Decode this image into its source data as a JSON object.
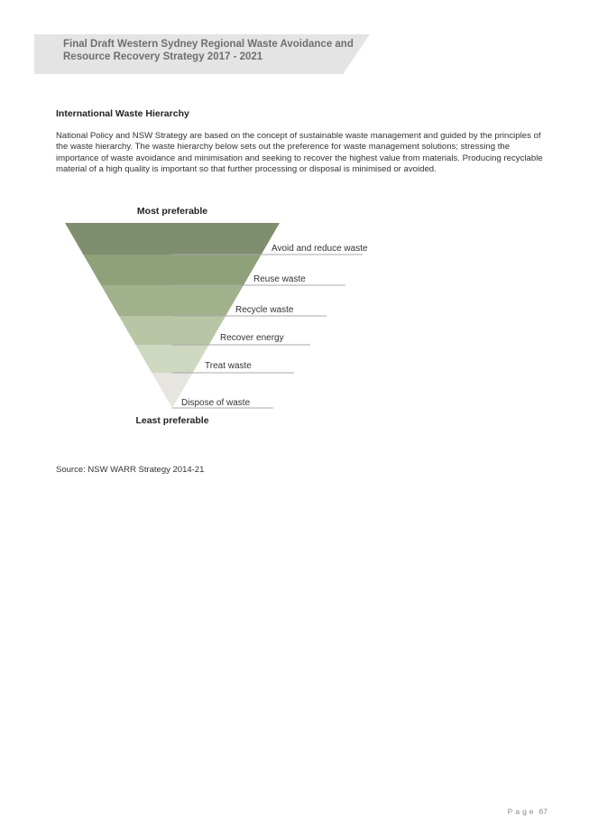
{
  "header": {
    "title": "Final Draft Western Sydney Regional Waste Avoidance and Resource Recovery Strategy 2017 - 2021"
  },
  "section": {
    "heading": "International Waste Hierarchy",
    "body": "National Policy and NSW Strategy are based on the concept of sustainable waste management and guided by the principles of the waste hierarchy. The waste hierarchy below sets out the preference for waste management solutions; stressing the importance of waste avoidance and minimisation and seeking to recover the highest value from materials. Producing recyclable material of a high quality is important so that further processing or disposal is minimised or avoided."
  },
  "hierarchy": {
    "top_label": "Most preferable",
    "bottom_label": "Least preferable",
    "levels": [
      {
        "label": "Avoid and reduce waste",
        "color": "#7f8e6e"
      },
      {
        "label": "Reuse waste",
        "color": "#8fa17a"
      },
      {
        "label": "Recycle waste",
        "color": "#a1b18c"
      },
      {
        "label": "Recover energy",
        "color": "#b9c6a5"
      },
      {
        "label": "Treat waste",
        "color": "#cfd8c0"
      },
      {
        "label": "Dispose of waste",
        "color": "#e6e5df"
      }
    ],
    "line_color": "#a8a8a8"
  },
  "source": "Source: NSW WARR Strategy 2014-21",
  "footer": {
    "page_word": "Page",
    "page_number": "67"
  }
}
